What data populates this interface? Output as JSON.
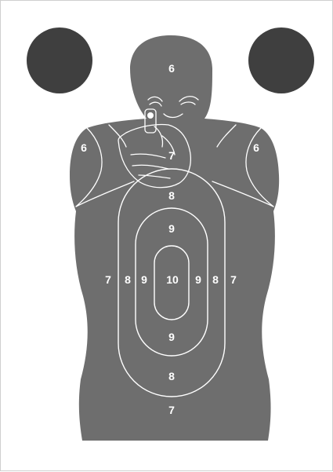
{
  "target": {
    "silhouette_color": "#6e6e6e",
    "dot_color": "#3f3f3f",
    "line_color": "#ffffff",
    "scores": {
      "head": "6",
      "left_shoulder": "6",
      "right_shoulder": "6",
      "hands": "7",
      "upper_8": "8",
      "upper_9": "9",
      "left_7": "7",
      "left_8": "8",
      "left_9": "9",
      "center_10": "10",
      "right_9": "9",
      "right_8": "8",
      "right_7": "7",
      "lower_9": "9",
      "lower_8": "8",
      "lower_7": "7"
    }
  }
}
